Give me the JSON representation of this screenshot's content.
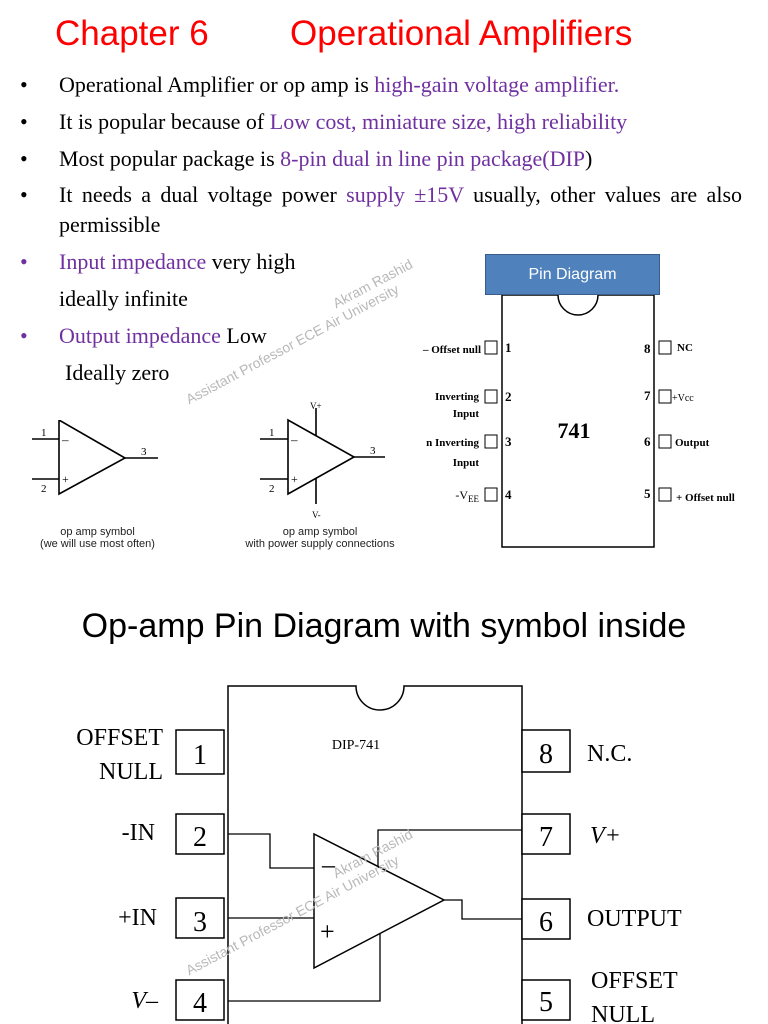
{
  "header": {
    "chapter": "Chapter 6",
    "title": "Operational Amplifiers"
  },
  "bullets": {
    "b1_plain": "Operational Amplifier or op amp is ",
    "b1_hl": "high-gain voltage amplifier.",
    "b2_plain": "It is popular because of ",
    "b2_hl": "Low cost, miniature size, high reliability",
    "b3_plain": "Most popular package is ",
    "b3_hl": "8-pin dual in line pin package(DIP",
    "b3_tail": ")",
    "b4_plain1": "It needs a dual voltage power ",
    "b4_hl": "supply ±15V",
    "b4_plain2": " usually, other values are also permissible",
    "b5_hl": "Input impedance",
    "b5_plain": " very high",
    "b5_line2": "ideally infinite",
    "b6_hl": "Output impedance",
    "b6_plain": " Low",
    "b6_line2": "Ideally zero",
    "bullet_char": "•"
  },
  "watermark": {
    "line1": "Akram Rashid",
    "line2": "Assistant Professor ECE Air  University"
  },
  "pin_diagram": {
    "title": "Pin Diagram",
    "chip_label": "741",
    "left_pins": [
      {
        "num": "1",
        "label": "– Offset null"
      },
      {
        "num": "2",
        "label": "Inverting Input"
      },
      {
        "num": "3",
        "label": "Non Inverting Input"
      },
      {
        "num": "4",
        "label": "-VEE"
      }
    ],
    "right_pins": [
      {
        "num": "8",
        "label": "NC"
      },
      {
        "num": "7",
        "label": "+Vcc"
      },
      {
        "num": "6",
        "label": "Output"
      },
      {
        "num": "5",
        "label": "+ Offset null"
      }
    ]
  },
  "symbols": {
    "s1_caption1": "op amp symbol",
    "s1_caption2": "(we will use most often)",
    "s2_caption1": "op amp symbol",
    "s2_caption2": "with power supply connections",
    "pin1": "1",
    "pin2": "2",
    "pin3": "3",
    "vplus": "V+",
    "vminus": "V-"
  },
  "section2": {
    "title": "Op-amp Pin Diagram with symbol inside",
    "chip": "DIP-741",
    "left": [
      {
        "num": "1",
        "label1": "OFFSET",
        "label2": "NULL"
      },
      {
        "num": "2",
        "label1": "-IN"
      },
      {
        "num": "3",
        "label1": "+IN"
      },
      {
        "num": "4",
        "label1": "V–"
      }
    ],
    "right": [
      {
        "num": "8",
        "label1": "N.C."
      },
      {
        "num": "7",
        "label1": "V+"
      },
      {
        "num": "6",
        "label1": "OUTPUT"
      },
      {
        "num": "5",
        "label1": "OFFSET",
        "label2": "NULL"
      }
    ],
    "minus_sign": "–",
    "plus_sign": "+"
  }
}
